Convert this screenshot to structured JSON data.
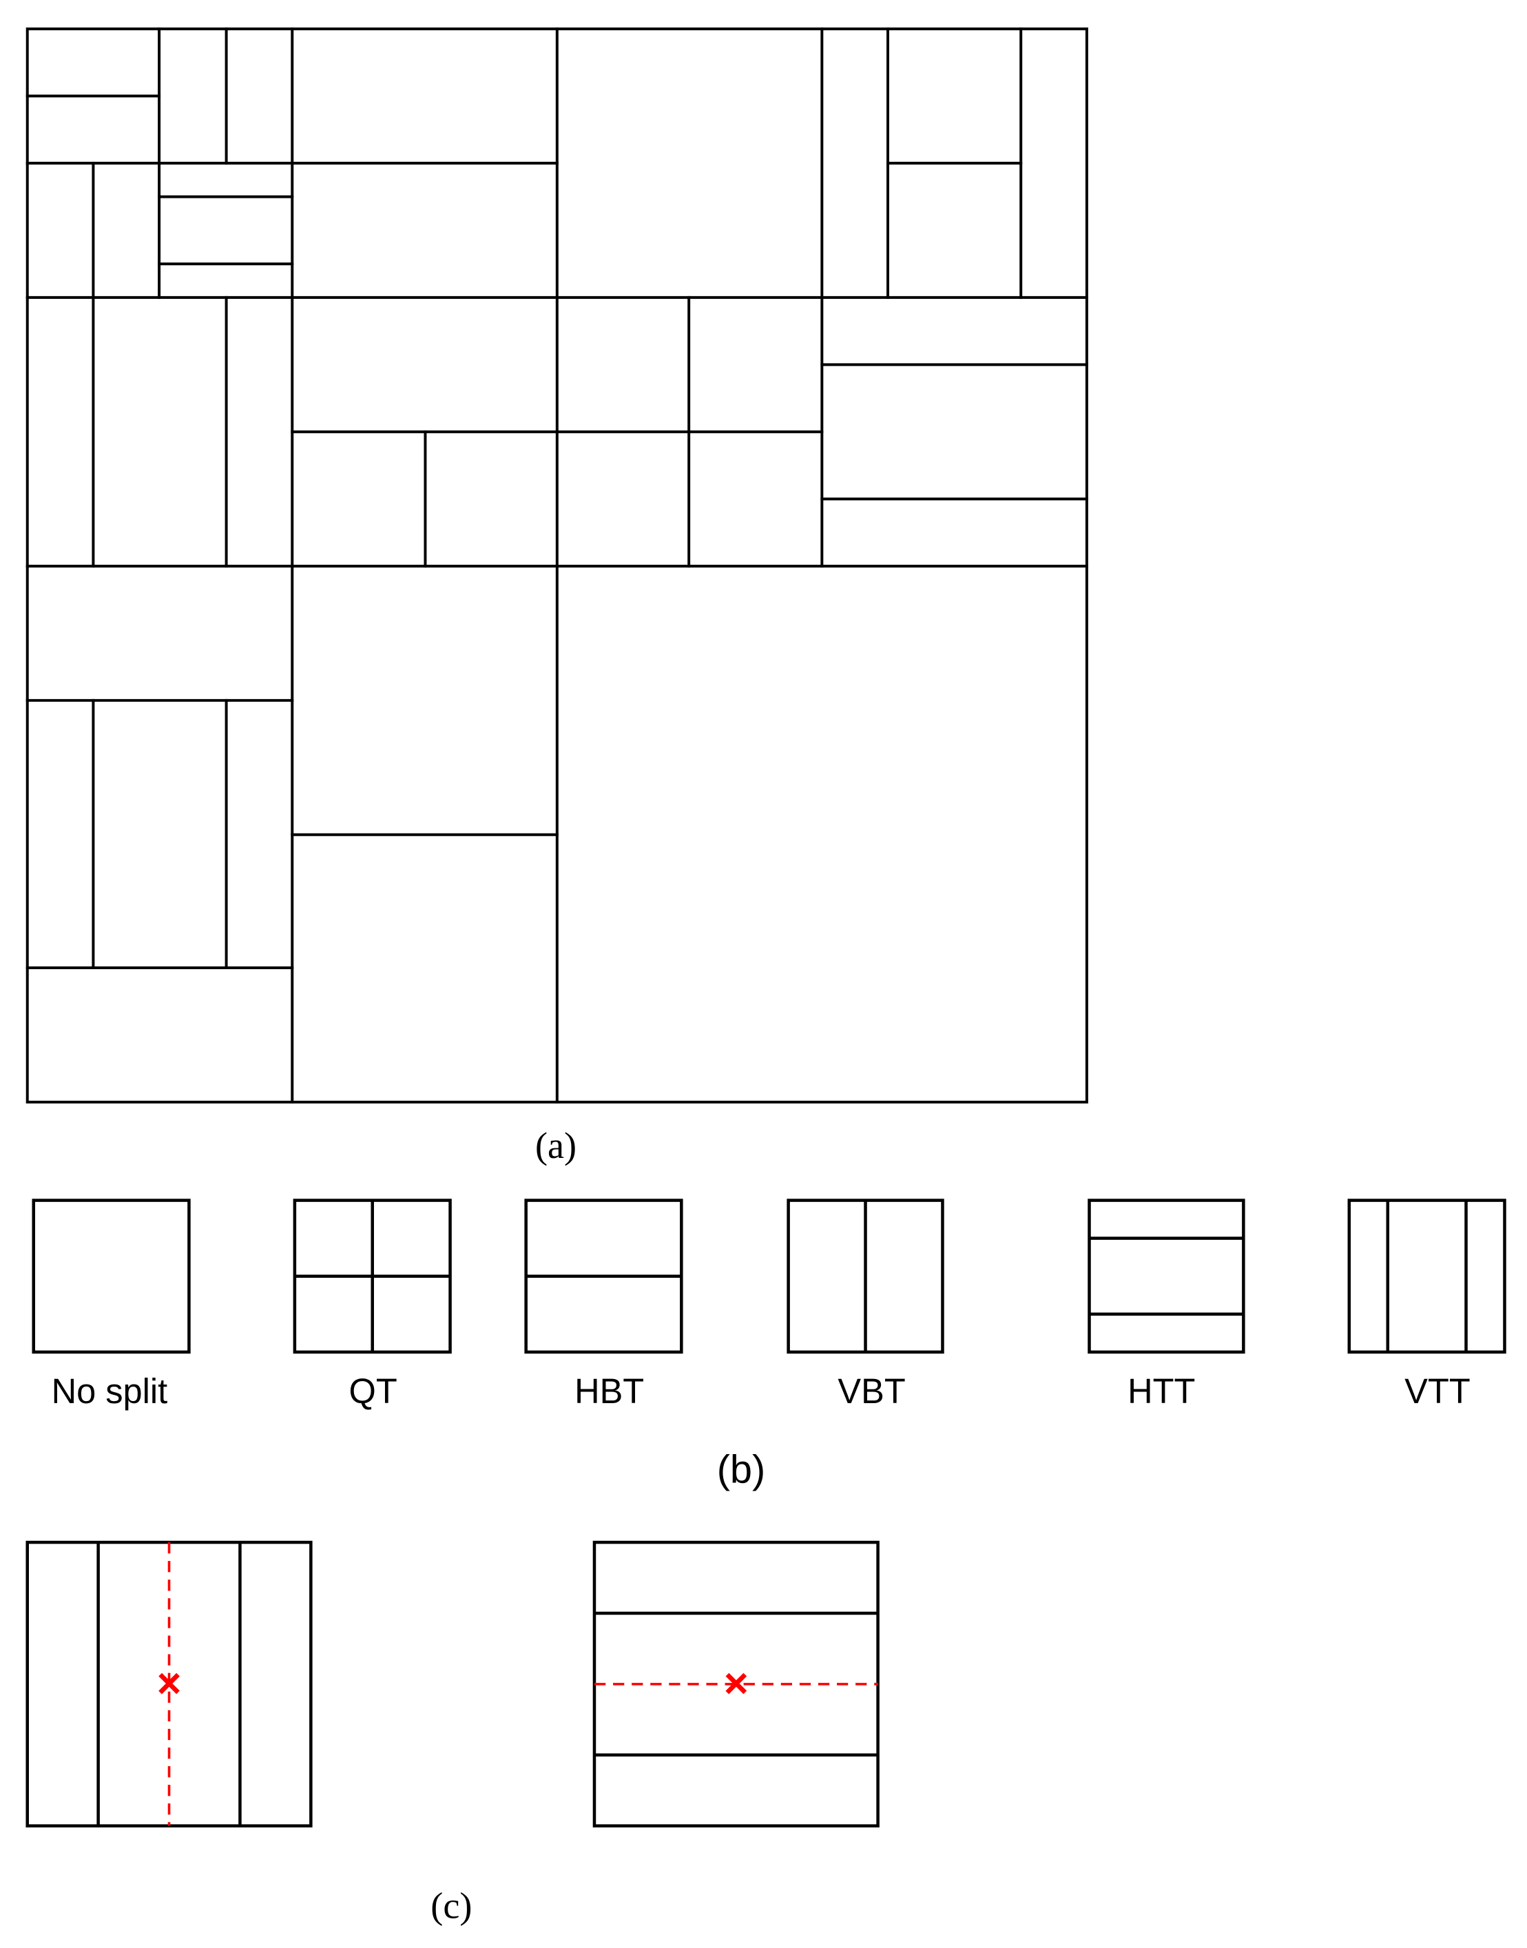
{
  "panel_a": {
    "caption": "(a)"
  },
  "panel_b": {
    "caption": "(b)",
    "split_types": [
      {
        "label": "No split"
      },
      {
        "label": "QT"
      },
      {
        "label": "HBT"
      },
      {
        "label": "VBT"
      },
      {
        "label": "HTT"
      },
      {
        "label": "VTT"
      }
    ]
  },
  "panel_c": {
    "caption": "(c)",
    "marker_symbol": "×",
    "dashed_color": "#ff0000"
  },
  "colors": {
    "line": "#000000",
    "background": "#ffffff",
    "highlight": "#ff0000"
  }
}
